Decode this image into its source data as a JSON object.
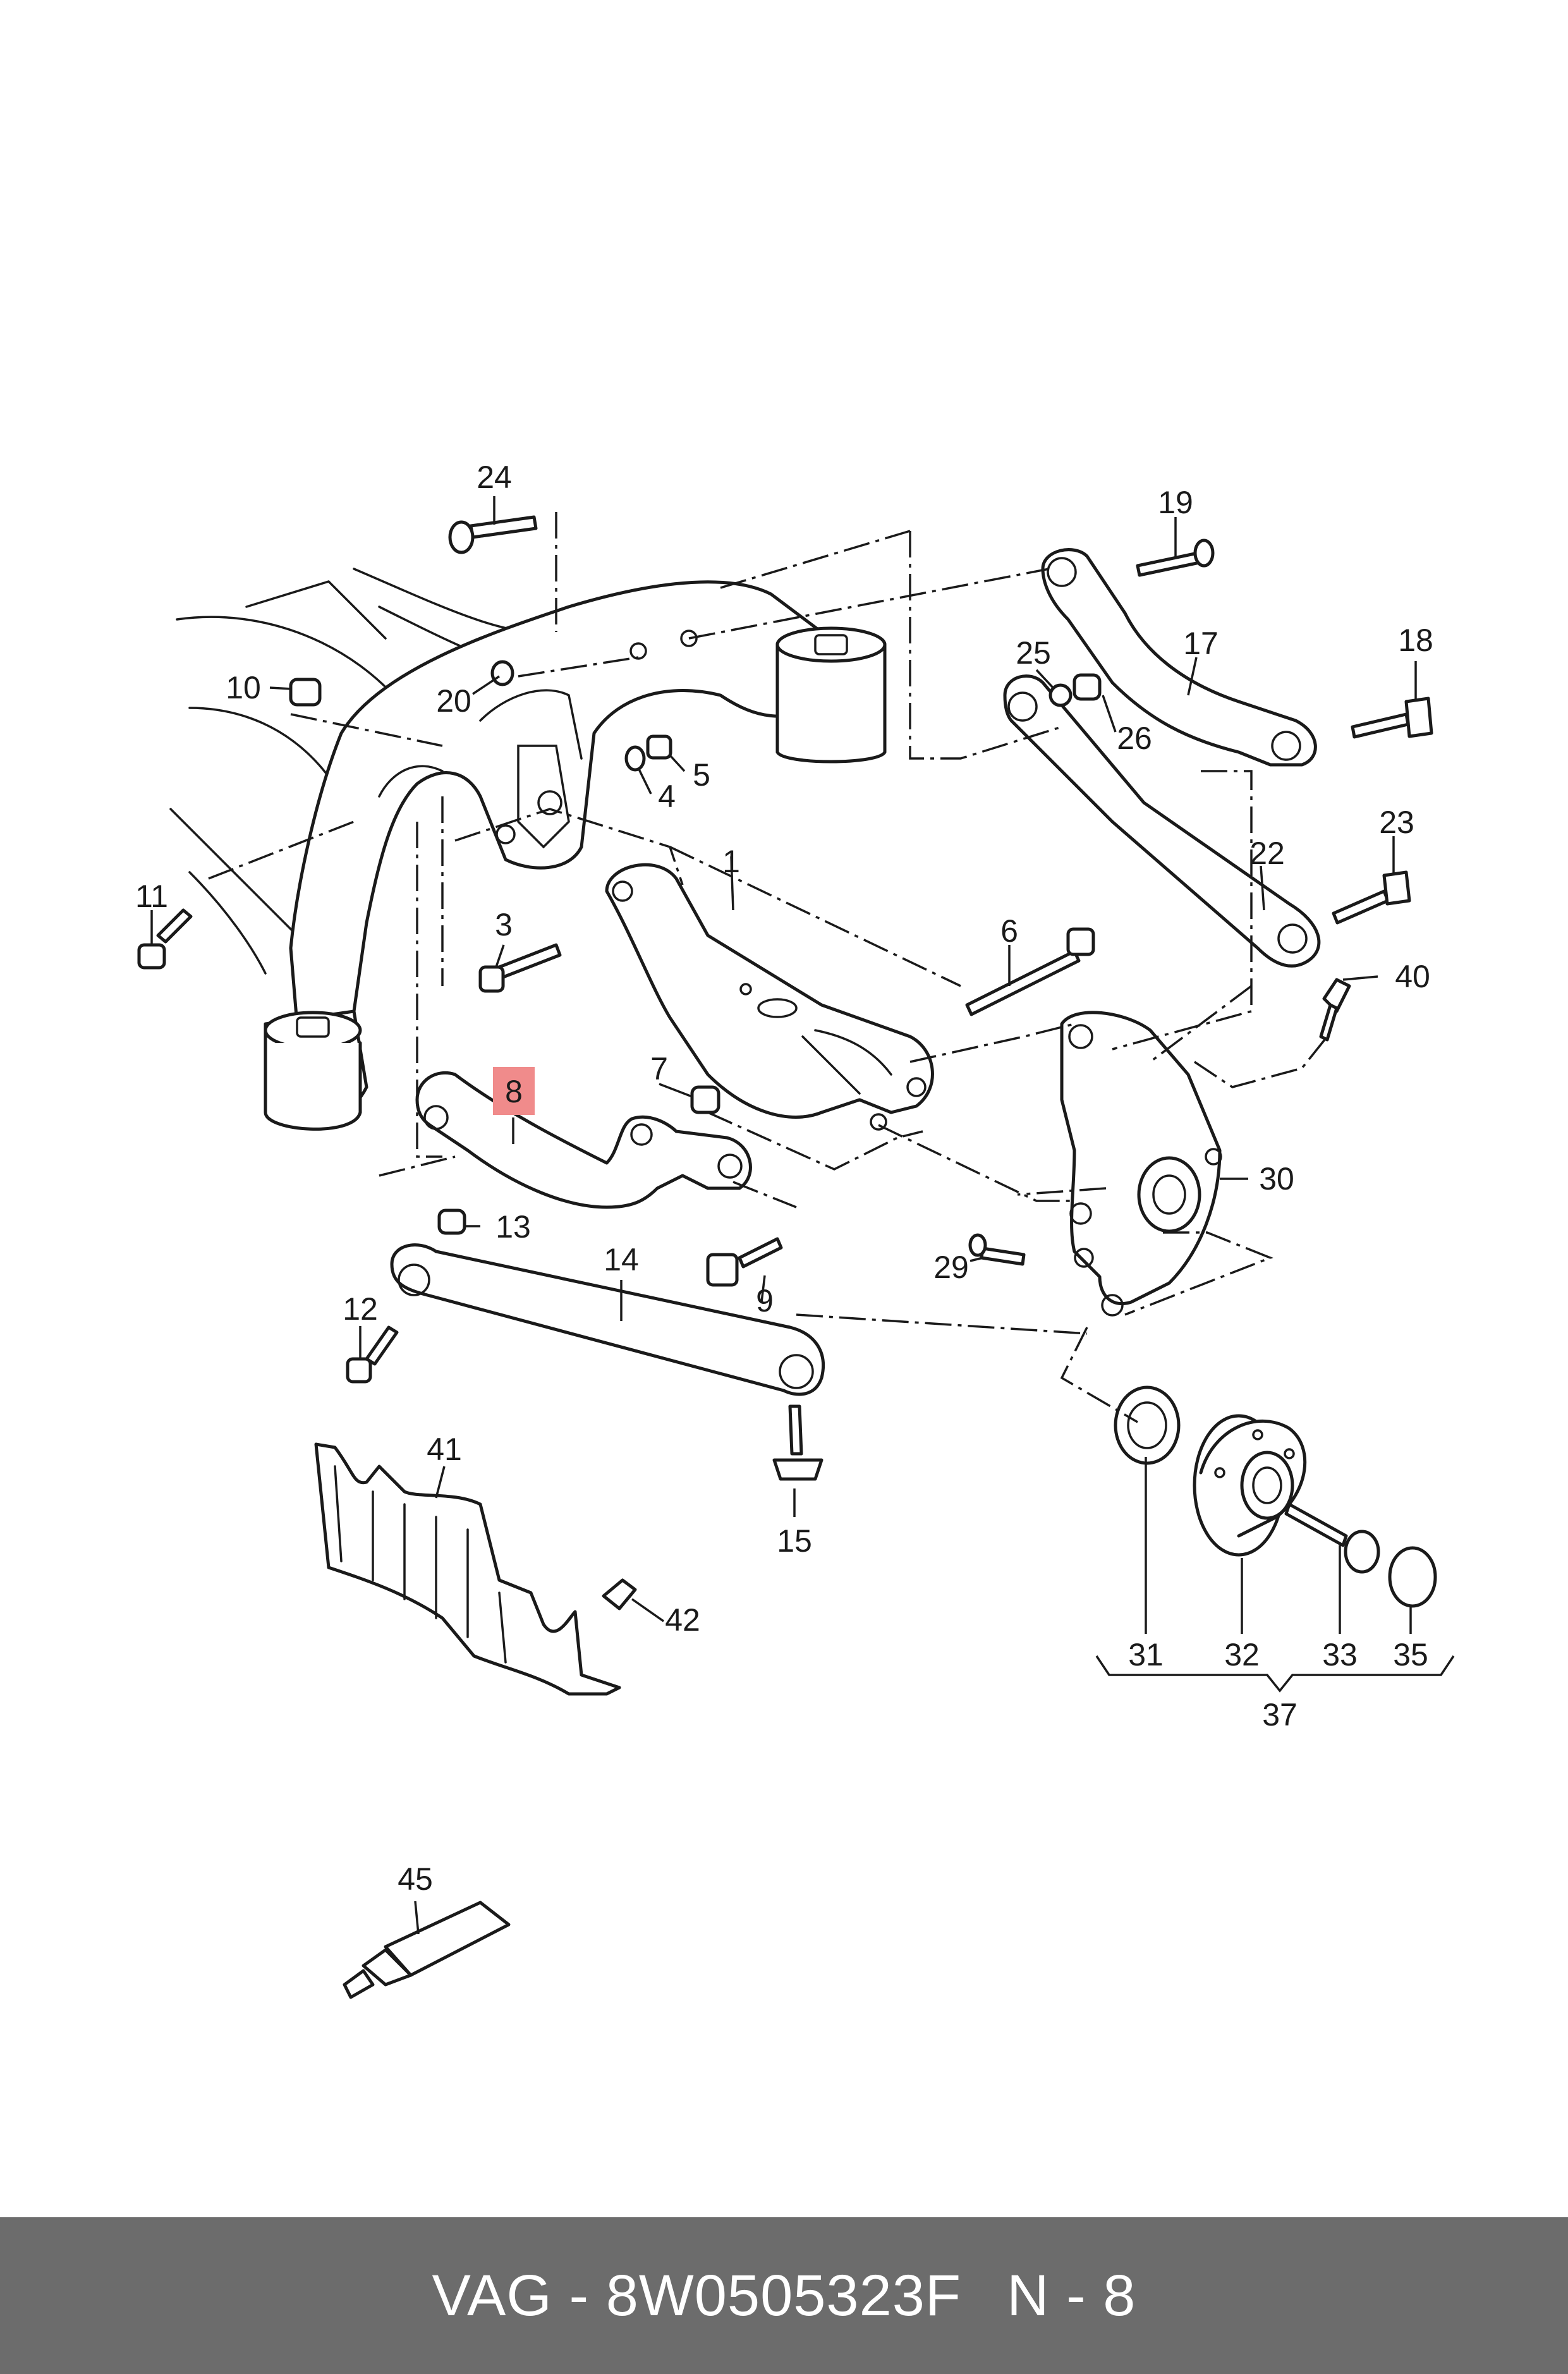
{
  "diagram": {
    "highlight_color": "#f08b8b",
    "highlighted_part": "8",
    "callouts": [
      "1",
      "3",
      "4",
      "5",
      "6",
      "7",
      "8",
      "9",
      "10",
      "11",
      "12",
      "13",
      "14",
      "15",
      "17",
      "18",
      "19",
      "20",
      "22",
      "23",
      "24",
      "25",
      "26",
      "29",
      "30",
      "31",
      "32",
      "33",
      "35",
      "37",
      "40",
      "41",
      "42",
      "45"
    ]
  },
  "footer": {
    "background": "#6c6c6c",
    "brand_part": "VAG - 8W0505323F",
    "position": "N - 8"
  }
}
